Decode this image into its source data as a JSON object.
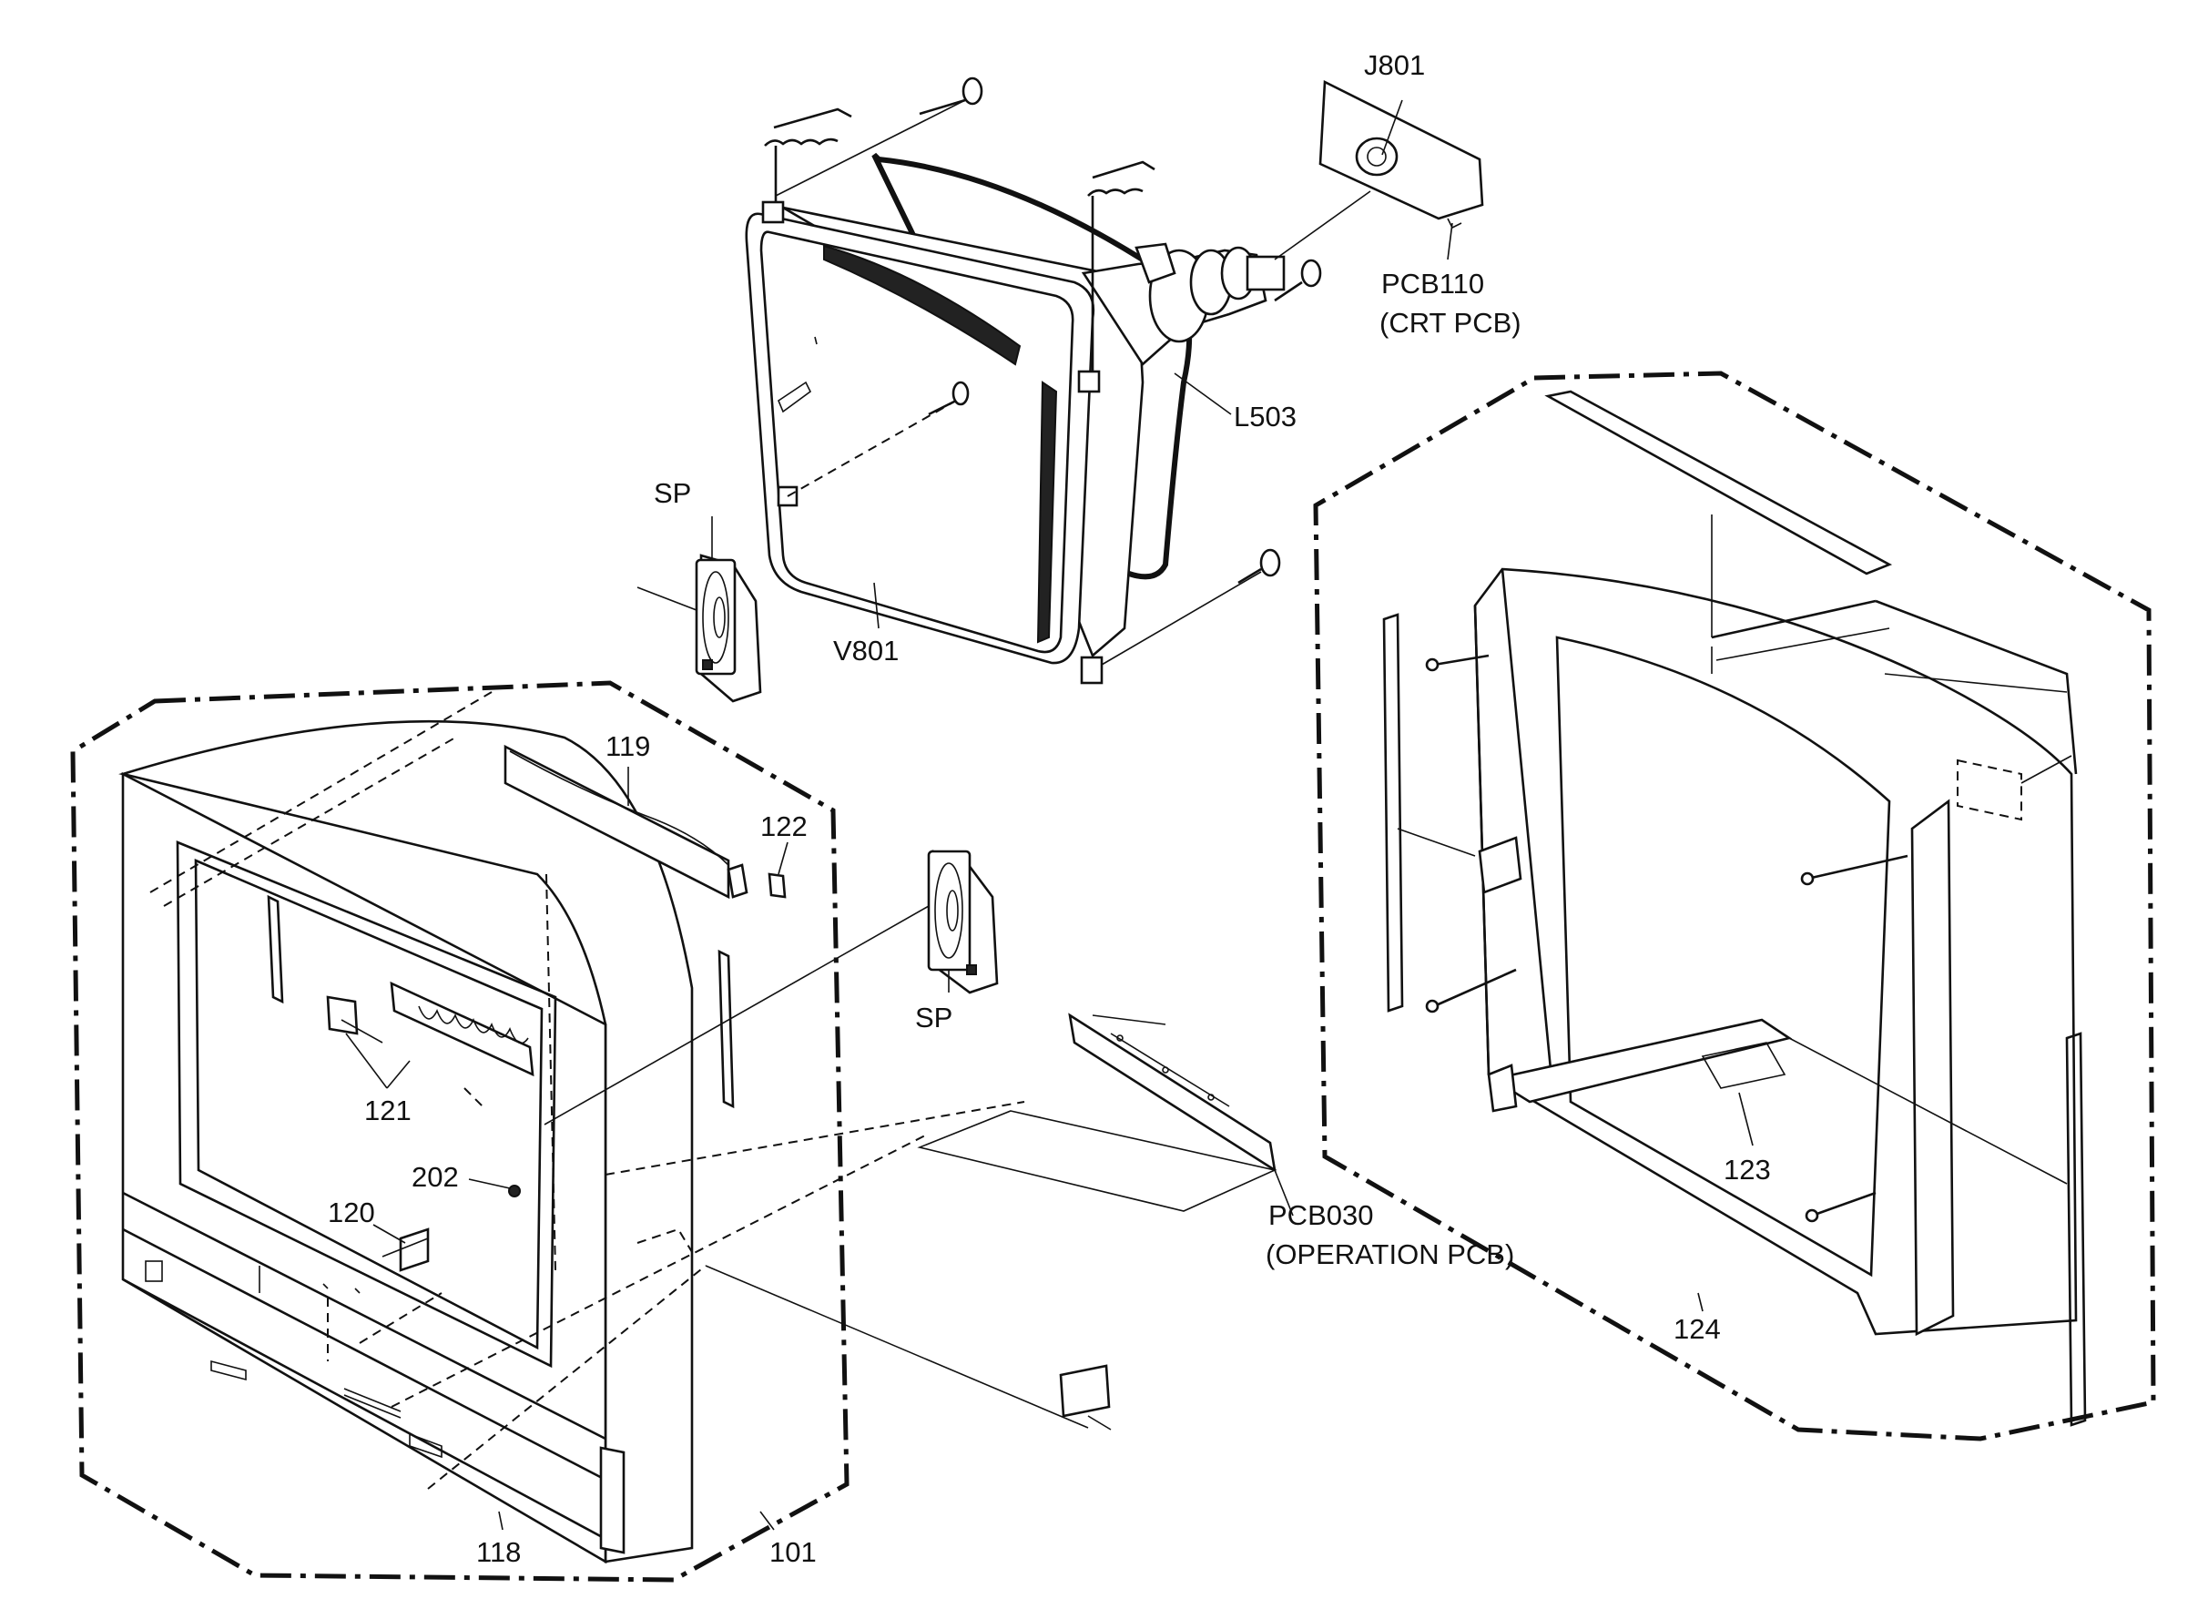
{
  "labels": {
    "j801": "J801",
    "pcb110": "PCB110",
    "crt_pcb": "(CRT PCB)",
    "l503": "L503",
    "sp_top": "SP",
    "v801": "V801",
    "n119": "119",
    "n122": "122",
    "sp_mid": "SP",
    "n121": "121",
    "n202": "202",
    "n120": "120",
    "n118": "118",
    "n101": "101",
    "pcb030": "PCB030",
    "operation_pcb": "(OPERATION PCB)",
    "n123": "123",
    "n124": "124"
  }
}
